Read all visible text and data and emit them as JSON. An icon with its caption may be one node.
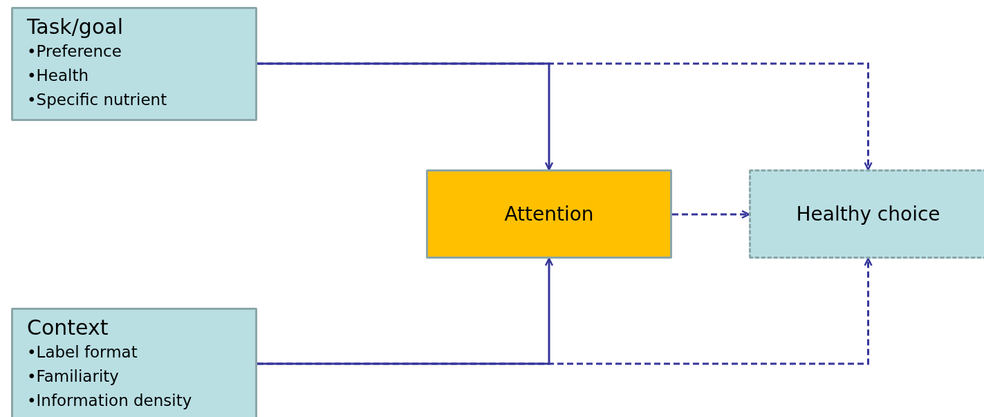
{
  "diagram": {
    "nodes": [
      {
        "text": [
          "Task/goal",
          "•Preference",
          "•Health",
          "•Specific nutrient"
        ]
      },
      {
        "text": [
          "Attention"
        ]
      },
      {
        "text": [
          "Healthy choice"
        ]
      },
      {
        "text": [
          "Context",
          "•Label format",
          "•Familiarity",
          "•Information density"
        ]
      }
    ],
    "edges": [
      {
        "from": 0,
        "to": 2,
        "arrow": "to",
        "style": "dashed"
      },
      {
        "from": 3,
        "to": 2,
        "arrow": "to",
        "style": "dashed"
      },
      {
        "from": 1,
        "to": 2,
        "arrow": "to",
        "style": "dashed"
      },
      {
        "from": 0,
        "to": 1,
        "arrow": "to"
      },
      {
        "from": 3,
        "to": 1,
        "arrow": "to"
      }
    ]
  }
}
